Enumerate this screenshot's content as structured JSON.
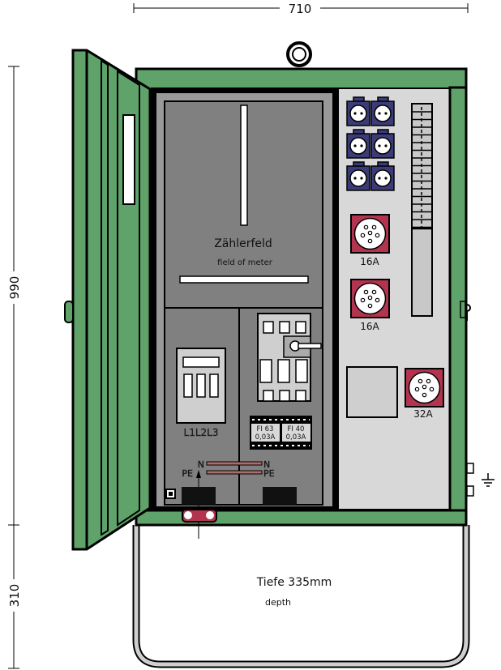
{
  "dimensions": {
    "width": "710",
    "height_body": "990",
    "height_stand": "310"
  },
  "meter_field": {
    "title": "Zählerfeld",
    "subtitle": "field of meter"
  },
  "fuse_block": {
    "label": "L1L2L3"
  },
  "rcd": [
    {
      "line1": "FI 63",
      "line2": "0,03A"
    },
    {
      "line1": "FI 40",
      "line2": "0,03A"
    }
  ],
  "bus_bars": {
    "n_left": "N",
    "pe_left": "PE",
    "n_right": "N",
    "pe_right": "PE"
  },
  "sockets": {
    "cee_1": "16A",
    "cee_2": "16A",
    "cee_3": "32A"
  },
  "stand": {
    "depth_label": "Tiefe 335mm",
    "depth_sub": "depth"
  },
  "colors": {
    "green": "#5fa36b",
    "panel_gray": "#808080",
    "light_gray": "#d8d8d8",
    "socket_blue": "#3b3b78",
    "socket_red": "#b2344f"
  }
}
